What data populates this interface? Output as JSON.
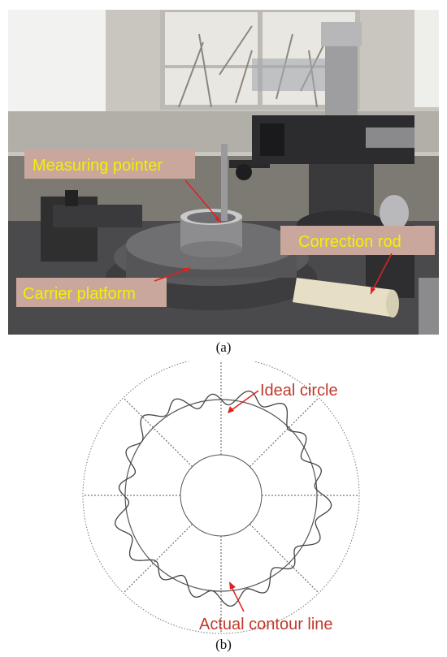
{
  "photo": {
    "labels": {
      "measuring_pointer": "Measuring pointer",
      "correction_rod": "Correction rod",
      "carrier_platform": "Carrier platform"
    },
    "caption": "(a)"
  },
  "diagram": {
    "labels": {
      "ideal_circle": "Ideal circle",
      "actual_contour": "Actual contour line"
    },
    "caption": "(b)"
  },
  "colors": {
    "label_text_photo": "#f4f000",
    "label_box": "#c9a79c",
    "arrow_red": "#e02020",
    "diagram_label": "#c0392b",
    "diagram_line": "#555555"
  }
}
